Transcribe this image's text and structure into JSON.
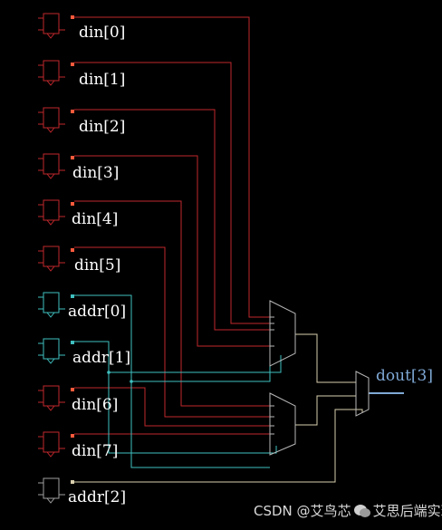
{
  "diagram": {
    "inputs": [
      {
        "label": "din[0]",
        "kind": "data"
      },
      {
        "label": "din[1]",
        "kind": "data"
      },
      {
        "label": "din[2]",
        "kind": "data"
      },
      {
        "label": "din[3]",
        "kind": "data"
      },
      {
        "label": "din[4]",
        "kind": "data"
      },
      {
        "label": "din[5]",
        "kind": "data"
      },
      {
        "label": "addr[0]",
        "kind": "select"
      },
      {
        "label": "addr[1]",
        "kind": "select"
      },
      {
        "label": "din[6]",
        "kind": "data"
      },
      {
        "label": "din[7]",
        "kind": "data"
      },
      {
        "label": "addr[2]",
        "kind": "select"
      }
    ],
    "output": {
      "label": "dout[3]"
    },
    "colors": {
      "background": "#000000",
      "data_wire": "#c0272d",
      "select_wire": "#3fbfbf",
      "addr2_wire": "#d9cfae",
      "mux_body": "#b8b8b8",
      "output_wire": "#7fa9d6"
    }
  },
  "watermark": {
    "prefix": "CSDN @艾",
    "suffix": "芯",
    "mid": "鸟",
    "tail": "艾思后端实现"
  }
}
